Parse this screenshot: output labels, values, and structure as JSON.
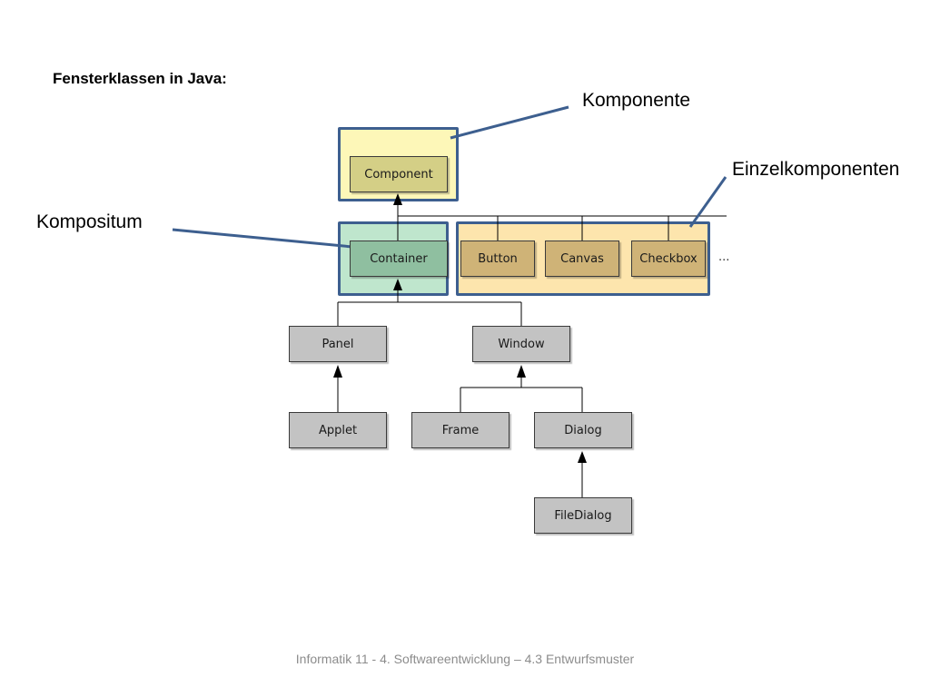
{
  "slide": {
    "title": "Fensterklassen in Java:",
    "footer": "Informatik 11 - 4. Softwareentwicklung – 4.3 Entwurfsmuster"
  },
  "annotations": {
    "komponente": "Komponente",
    "einzelkomponenten": "Einzelkomponenten",
    "kompositum": "Kompositum"
  },
  "classes": {
    "component": "Component",
    "container": "Container",
    "button": "Button",
    "canvas": "Canvas",
    "checkbox": "Checkbox",
    "more": "...",
    "panel": "Panel",
    "window": "Window",
    "applet": "Applet",
    "frame": "Frame",
    "dialog": "Dialog",
    "filedialog": "FileDialog"
  },
  "colors": {
    "group_border": "#3d5f8f",
    "component_group": "#fdf7b8",
    "composite_group": "#bfe6cd",
    "leaf_group": "#fde5ad",
    "footer_text": "#8c8c8c"
  }
}
